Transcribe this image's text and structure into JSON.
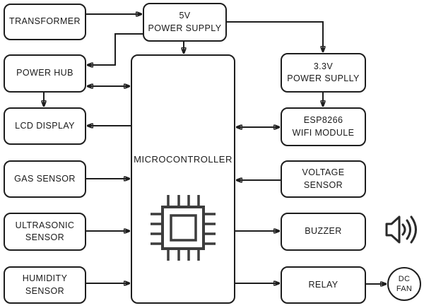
{
  "diagram": {
    "type": "block-diagram",
    "colors": {
      "background": "#ffffff",
      "line": "#1e1e1e",
      "text": "#1a1a1a",
      "chip_icon": "#3d3d3d"
    },
    "icons": {
      "chip": "microcontroller-chip-icon",
      "speaker": "speaker-sound-icon"
    },
    "nodes": {
      "transformer": {
        "lines": [
          "TRANSFORMER"
        ]
      },
      "power_supply_5v": {
        "lines": [
          "5V",
          "POWER SUPPLY"
        ]
      },
      "power_hub": {
        "lines": [
          "POWER HUB"
        ]
      },
      "lcd_display": {
        "lines": [
          "LCD DISPLAY"
        ]
      },
      "gas_sensor": {
        "lines": [
          "GAS SENSOR"
        ]
      },
      "ultrasonic_sensor": {
        "lines": [
          "ULTRASONIC",
          "SENSOR"
        ]
      },
      "humidity_sensor": {
        "lines": [
          "HUMIDITY",
          "SENSOR"
        ]
      },
      "microcontroller": {
        "lines": [
          "MICROCONTROLLER"
        ]
      },
      "power_supply_3v3": {
        "lines": [
          "3.3V",
          "POWER SUPLLY"
        ]
      },
      "esp8266": {
        "lines": [
          "ESP8266",
          "WIFI MODULE"
        ]
      },
      "voltage_sensor": {
        "lines": [
          "VOLTAGE",
          "SENSOR"
        ]
      },
      "buzzer": {
        "lines": [
          "BUZZER"
        ]
      },
      "relay": {
        "lines": [
          "RELAY"
        ]
      },
      "dc_fan": {
        "lines": [
          "DC",
          "FAN"
        ]
      }
    },
    "connections": [
      {
        "from": "TRANSFORMER",
        "to": "5V POWER SUPPLY",
        "type": "arrow"
      },
      {
        "from": "5V POWER SUPPLY",
        "to": "MICROCONTROLLER",
        "type": "arrow"
      },
      {
        "from": "5V POWER SUPPLY",
        "to": "POWER HUB",
        "type": "arrow"
      },
      {
        "from": "POWER HUB",
        "to": "MICROCONTROLLER",
        "type": "bidirectional"
      },
      {
        "from": "POWER HUB",
        "to": "LCD DISPLAY",
        "type": "arrow"
      },
      {
        "from": "MICROCONTROLLER",
        "to": "LCD DISPLAY",
        "type": "arrow"
      },
      {
        "from": "GAS SENSOR",
        "to": "MICROCONTROLLER",
        "type": "arrow"
      },
      {
        "from": "ULTRASONIC SENSOR",
        "to": "MICROCONTROLLER",
        "type": "arrow"
      },
      {
        "from": "HUMIDITY SENSOR",
        "to": "MICROCONTROLLER",
        "type": "arrow"
      },
      {
        "from": "5V POWER SUPPLY",
        "to": "3.3V POWER SUPLLY",
        "type": "arrow"
      },
      {
        "from": "3.3V POWER SUPLLY",
        "to": "ESP8266 WIFI MODULE",
        "type": "arrow"
      },
      {
        "from": "MICROCONTROLLER",
        "to": "ESP8266 WIFI MODULE",
        "type": "bidirectional"
      },
      {
        "from": "VOLTAGE SENSOR",
        "to": "MICROCONTROLLER",
        "type": "arrow"
      },
      {
        "from": "MICROCONTROLLER",
        "to": "BUZZER",
        "type": "arrow"
      },
      {
        "from": "MICROCONTROLLER",
        "to": "RELAY",
        "type": "arrow"
      },
      {
        "from": "RELAY",
        "to": "DC FAN",
        "type": "arrow"
      }
    ]
  }
}
